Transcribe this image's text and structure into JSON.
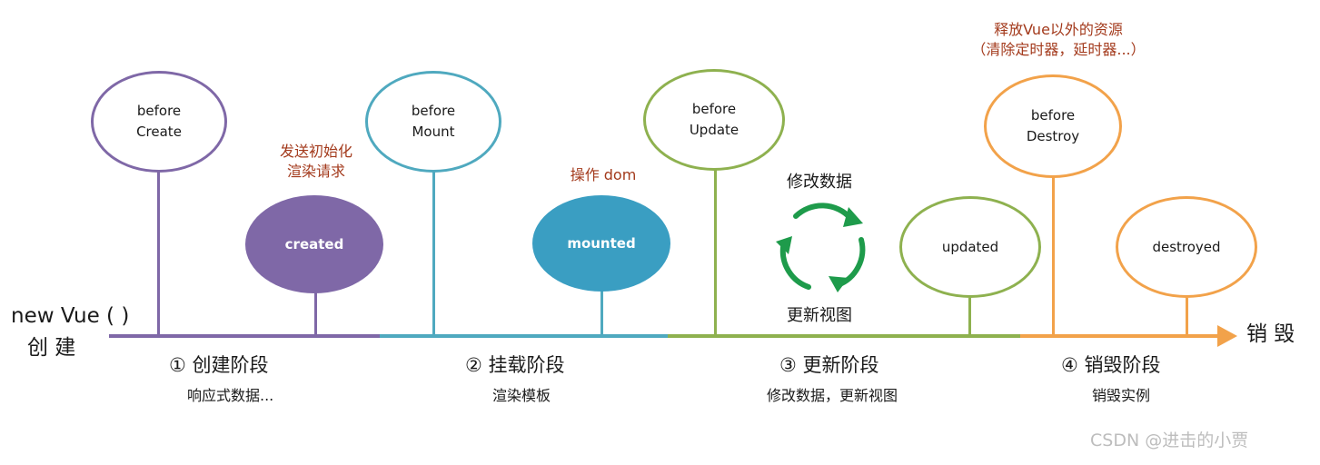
{
  "start": {
    "line1": "new Vue ( )",
    "line2": "创 建"
  },
  "end": {
    "label": "销 毁"
  },
  "colors": {
    "create": "#7f68a7",
    "mount": "#4fa9bf",
    "update": "#8eb14f",
    "destroy": "#f2a24a",
    "note": "#a33a1c",
    "cycle": "#1e9b4b"
  },
  "hooks": {
    "beforeCreate": {
      "line1": "before",
      "line2": "Create"
    },
    "created": "created",
    "beforeMount": {
      "line1": "before",
      "line2": "Mount"
    },
    "mounted": "mounted",
    "beforeUpdate": {
      "line1": "before",
      "line2": "Update"
    },
    "updated": "updated",
    "beforeDestroy": {
      "line1": "before",
      "line2": "Destroy"
    },
    "destroyed": "destroyed"
  },
  "notes": {
    "created": {
      "line1": "发送初始化",
      "line2": "渲染请求"
    },
    "mounted": "操作 dom",
    "beforeDestroy": {
      "line1": "释放Vue以外的资源",
      "line2": "（清除定时器，延时器...）"
    }
  },
  "cycle": {
    "top": "修改数据",
    "bottom": "更新视图",
    "icon": "refresh-cycle-icon"
  },
  "stages": [
    {
      "title": "① 创建阶段",
      "desc": "响应式数据..."
    },
    {
      "title": "② 挂载阶段",
      "desc": "渲染模板"
    },
    {
      "title": "③ 更新阶段",
      "desc": "修改数据，更新视图"
    },
    {
      "title": "④ 销毁阶段",
      "desc": "销毁实例"
    }
  ],
  "watermark": "CSDN @进击的小贾"
}
